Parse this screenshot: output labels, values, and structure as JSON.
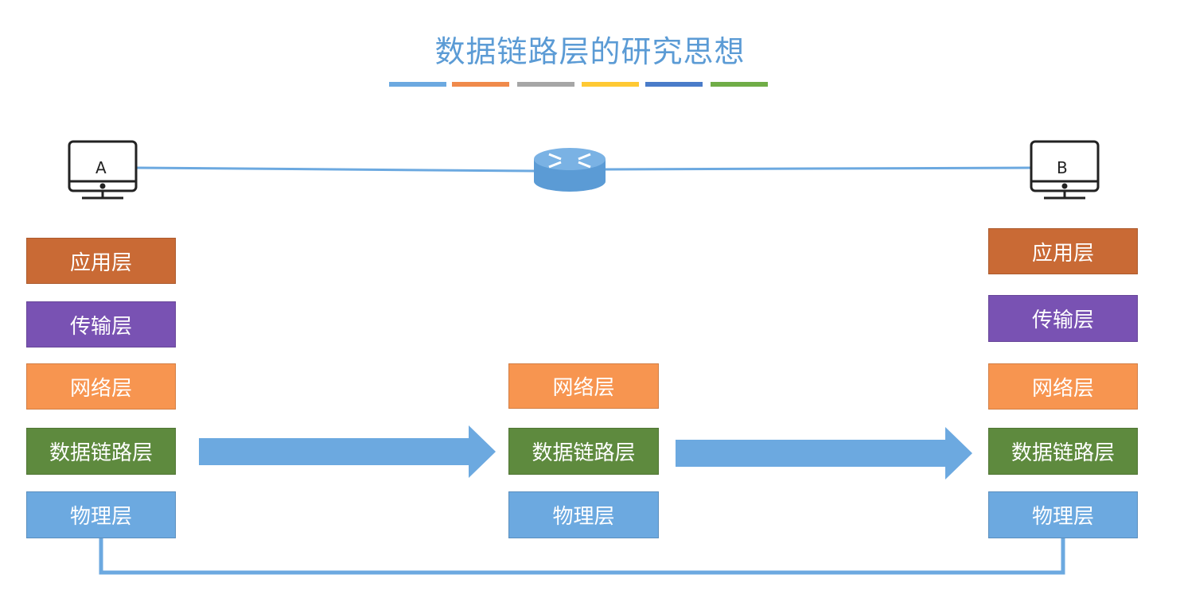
{
  "title": "数据链路层的研究思想",
  "colors": {
    "title": "#5B9BD5",
    "app": "#C96A35",
    "transport": "#7952B3",
    "network": "#F79550",
    "datalink": "#5E8A3E",
    "physical": "#6CA9E0",
    "link": "#6CA9E0"
  },
  "color_bars": [
    "#6CA9E0",
    "#F08A4B",
    "#A6A6A6",
    "#FFC933",
    "#4A7CC9",
    "#70AD47"
  ],
  "host_a": {
    "label": "A",
    "layers": [
      "应用层",
      "传输层",
      "网络层",
      "数据链路层",
      "物理层"
    ]
  },
  "router": {
    "layers": [
      "网络层",
      "数据链路层",
      "物理层"
    ]
  },
  "host_b": {
    "label": "B",
    "layers": [
      "应用层",
      "传输层",
      "网络层",
      "数据链路层",
      "物理层"
    ]
  }
}
